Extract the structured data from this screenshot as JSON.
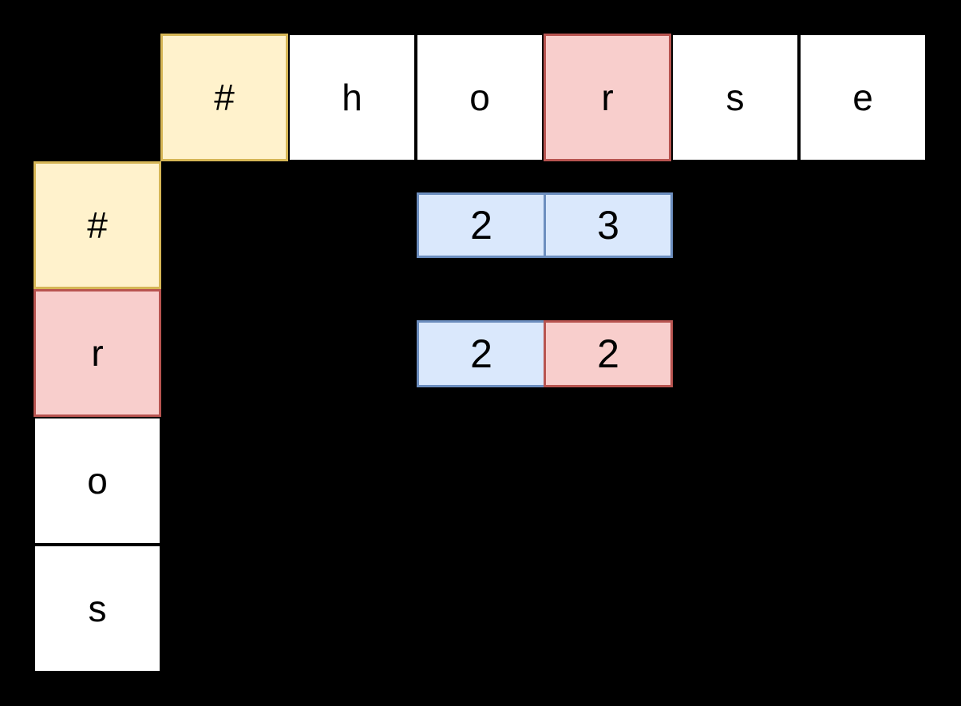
{
  "colors": {
    "background": "#000000",
    "text": "#000000",
    "white_fill": "#ffffff",
    "white_stroke": "#000000",
    "yellow_fill": "#fff2cc",
    "yellow_stroke": "#d6b656",
    "red_fill": "#f8cecc",
    "red_stroke": "#b85450",
    "blue_fill": "#dae8fc",
    "blue_stroke": "#6c8ebf"
  },
  "diagram": {
    "top_header_row": {
      "cells": [
        {
          "label": "#",
          "style": "yellow"
        },
        {
          "label": "h",
          "style": "white"
        },
        {
          "label": "o",
          "style": "white"
        },
        {
          "label": "r",
          "style": "red"
        },
        {
          "label": "s",
          "style": "white"
        },
        {
          "label": "e",
          "style": "white"
        }
      ]
    },
    "left_header_column": {
      "cells": [
        {
          "label": "#",
          "style": "yellow"
        },
        {
          "label": "r",
          "style": "red"
        },
        {
          "label": "o",
          "style": "white"
        },
        {
          "label": "s",
          "style": "white"
        }
      ]
    },
    "value_rows": [
      {
        "cells": [
          {
            "label": "2",
            "style": "blue"
          },
          {
            "label": "3",
            "style": "blue"
          }
        ]
      },
      {
        "cells": [
          {
            "label": "2",
            "style": "blue"
          },
          {
            "label": "2",
            "style": "red"
          }
        ]
      }
    ]
  }
}
